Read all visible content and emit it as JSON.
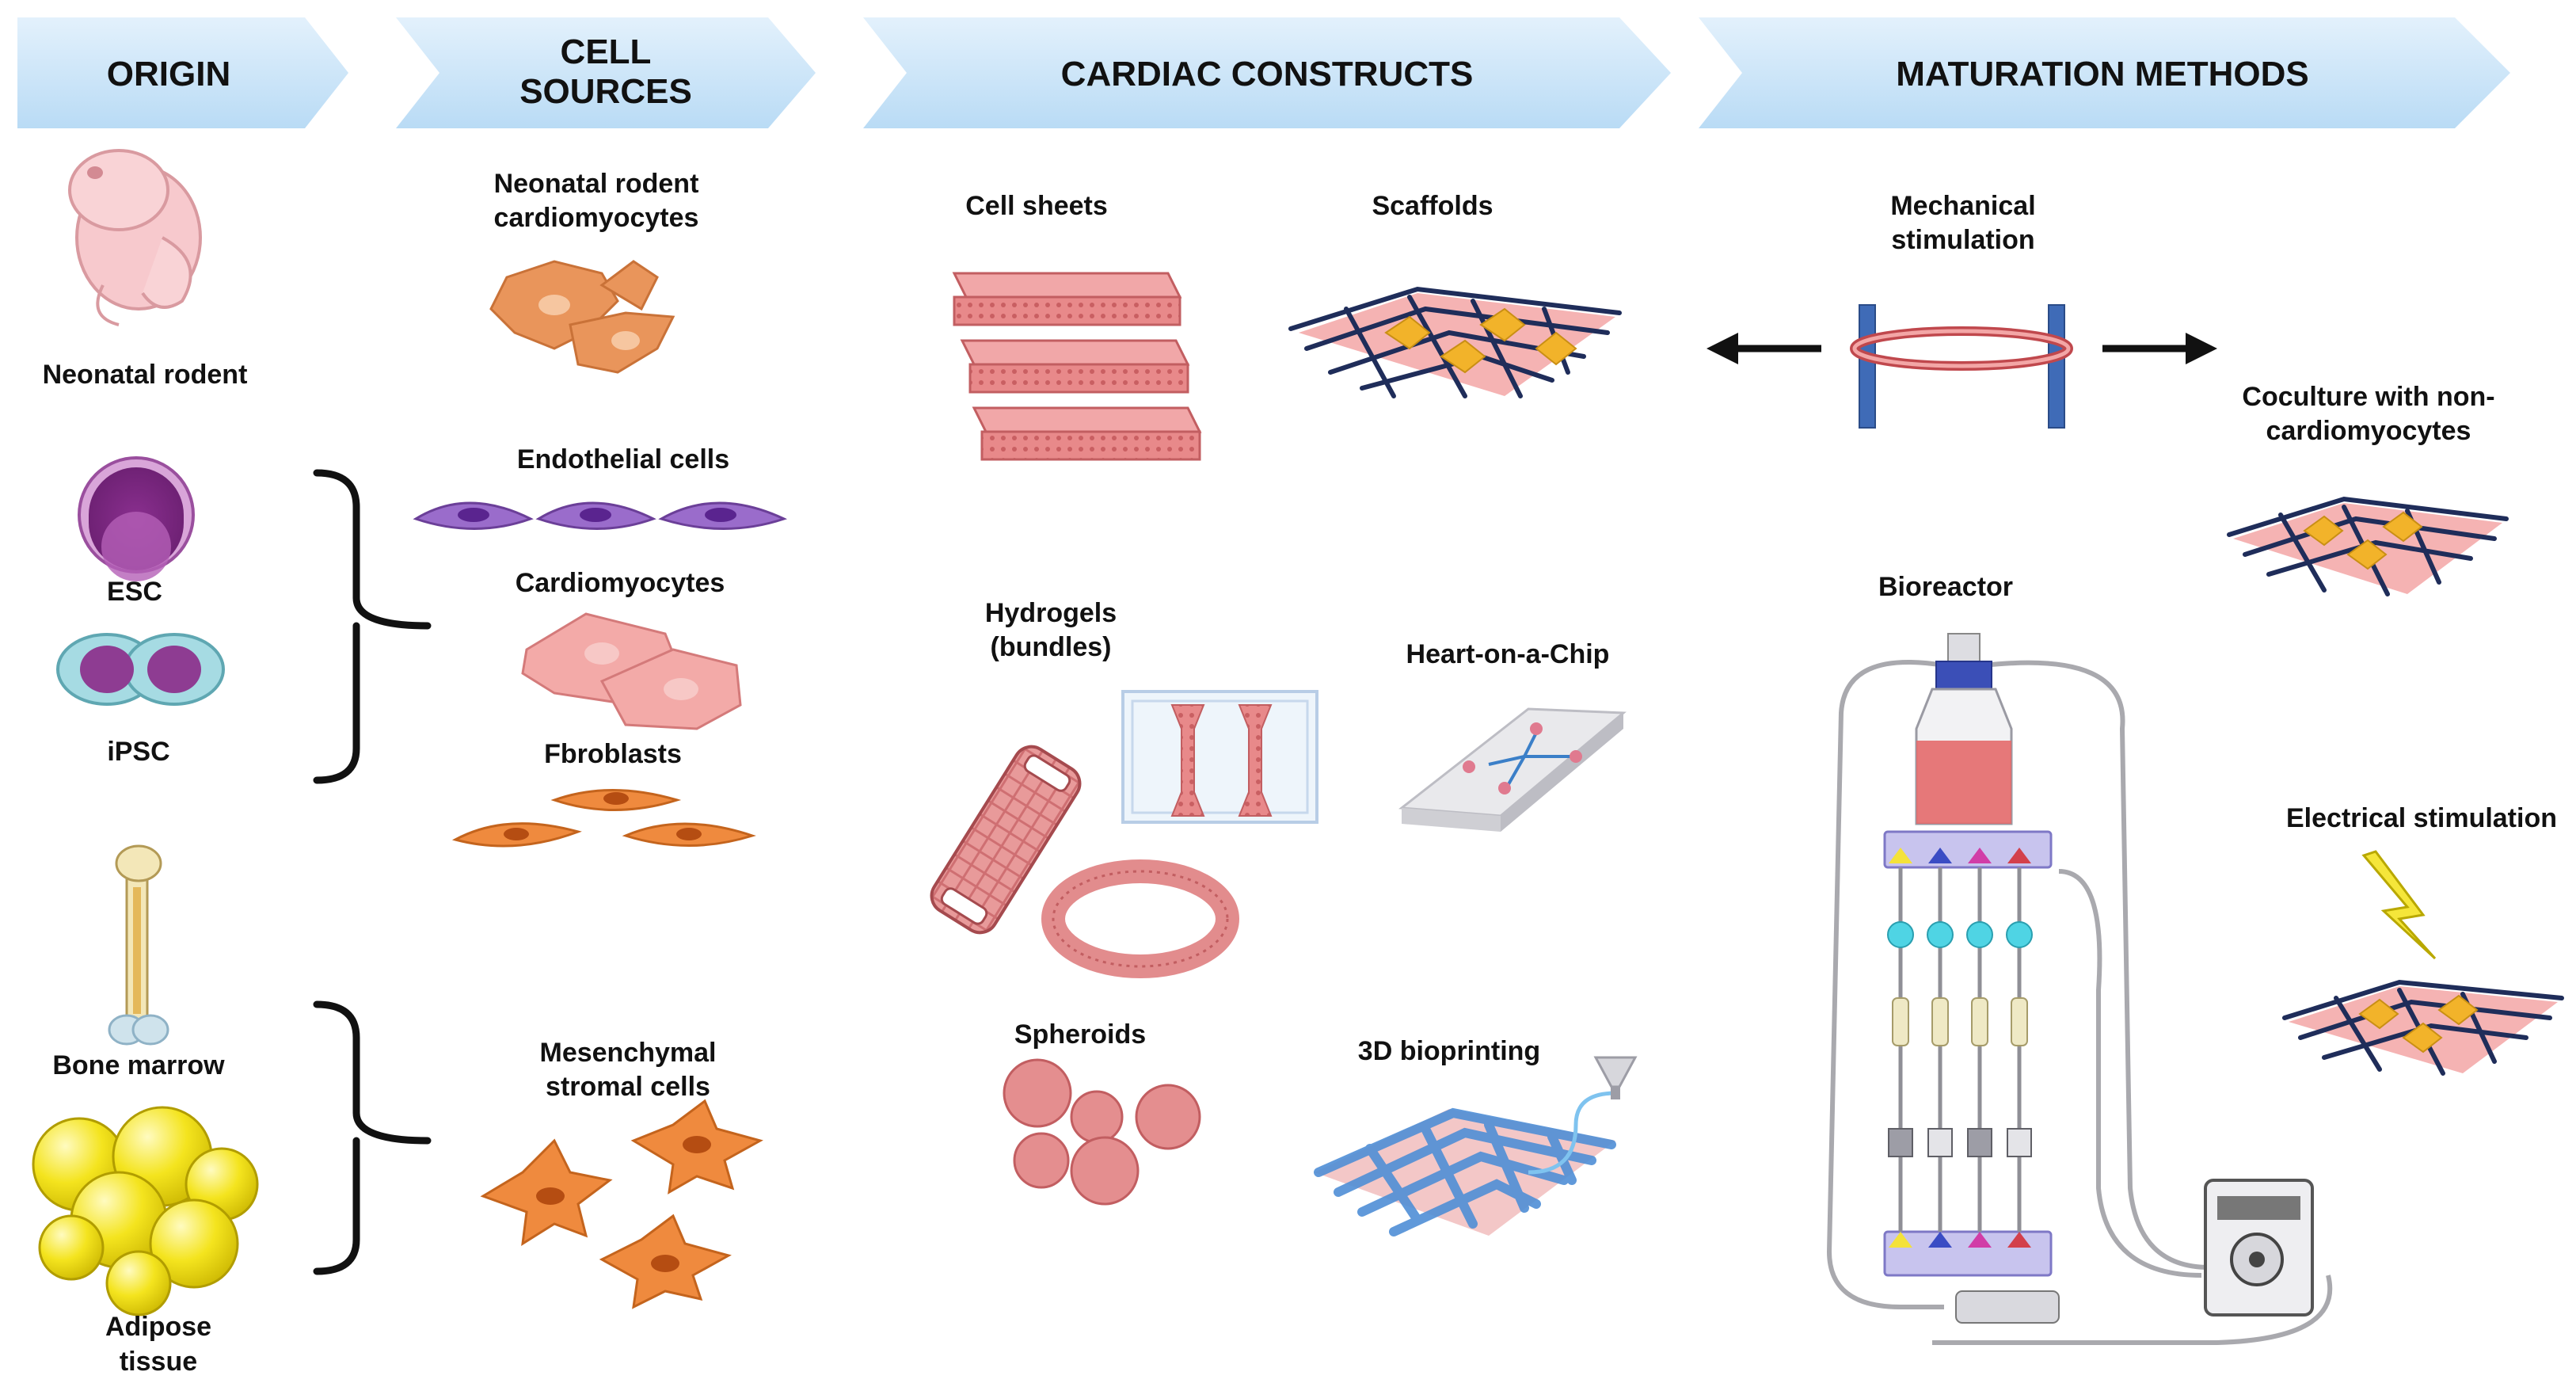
{
  "headers": {
    "origin": "ORIGIN",
    "cell_sources_line1": "CELL",
    "cell_sources_line2": "SOURCES",
    "cardiac_constructs": "CARDIAC CONSTRUCTS",
    "maturation_methods": "MATURATION METHODS"
  },
  "origin": {
    "neonatal_rodent": "Neonatal rodent",
    "esc": "ESC",
    "ipsc": "iPSC",
    "bone_marrow": "Bone marrow",
    "adipose_line1": "Adipose",
    "adipose_line2": "tissue"
  },
  "cell_sources": {
    "neonatal_line1": "Neonatal rodent",
    "neonatal_line2": "cardiomyocytes",
    "endothelial": "Endothelial cells",
    "cardiomyocytes": "Cardiomyocytes",
    "fibroblasts": "Fbroblasts",
    "msc_line1": "Mesenchymal",
    "msc_line2": "stromal cells"
  },
  "constructs": {
    "cell_sheets": "Cell sheets",
    "scaffolds": "Scaffolds",
    "hydrogels_line1": "Hydrogels",
    "hydrogels_line2": "(bundles)",
    "heart_on_chip": "Heart-on-a-Chip",
    "spheroids": "Spheroids",
    "bioprinting": "3D bioprinting"
  },
  "maturation": {
    "mechanical_line1": "Mechanical",
    "mechanical_line2": "stimulation",
    "coculture_line1": "Coculture with non-",
    "coculture_line2": "cardiomyocytes",
    "bioreactor": "Bioreactor",
    "electrical": "Electrical stimulation"
  },
  "colors": {
    "header_arrow": "#cfe6f8",
    "cardiomyocyte_orange": "#e8935a",
    "endothelial_purple": "#8e5cc0",
    "cardiac_pink": "#f0a8a8",
    "tissue_red": "#e07a7a",
    "scaffold_navy": "#1f2d5a",
    "bioprint_blue": "#5a9ad8",
    "lightning_yellow": "#f5e63a",
    "fat_yellow": "#f2e21c"
  }
}
